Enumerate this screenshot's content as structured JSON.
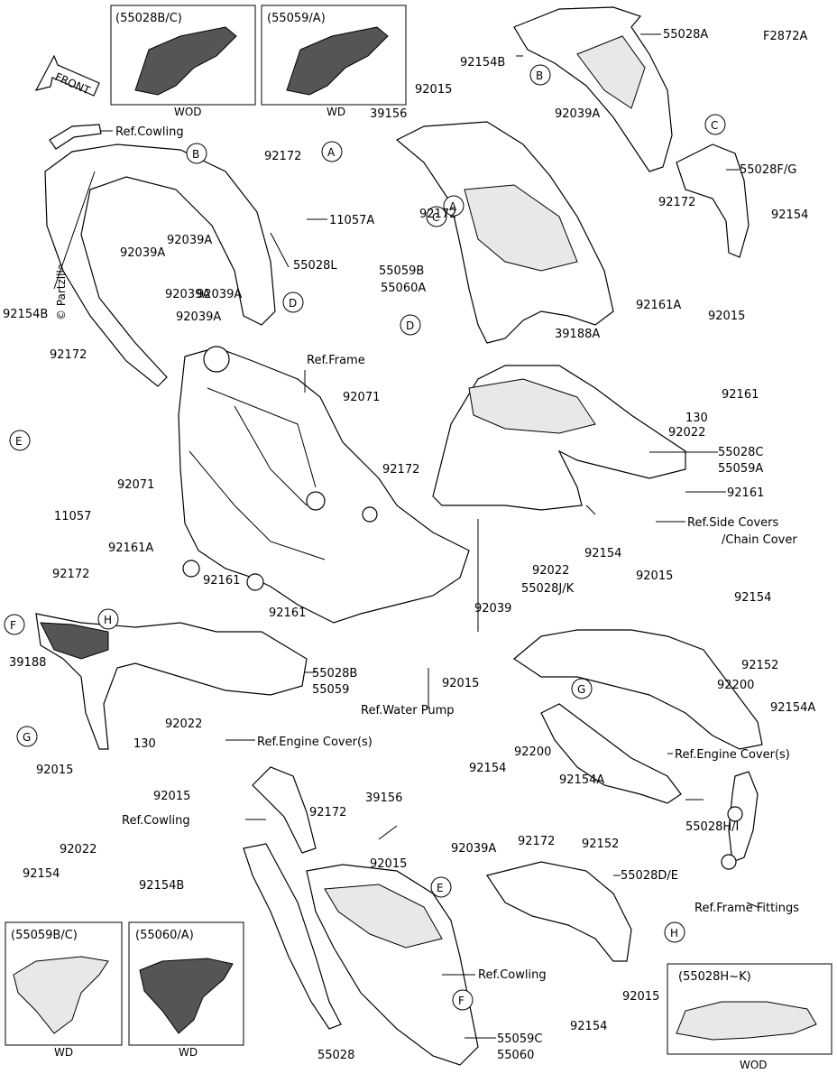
{
  "figure_code": "F2872A",
  "front_arrow": "FRONT",
  "watermark": "© Partzilla.com",
  "insets": [
    {
      "code": "(55028B/C)",
      "caption": "WOD"
    },
    {
      "code": "(55059/A)",
      "caption": "WD"
    },
    {
      "code": "(55059B/C)",
      "caption": "WD"
    },
    {
      "code": "(55060/A)",
      "caption": "WD"
    },
    {
      "code": "(55028H~K)",
      "caption": "WOD"
    }
  ],
  "refs": {
    "ref_cowling_top": "Ref.Cowling",
    "ref_frame": "Ref.Frame",
    "ref_side_covers": "Ref.Side Covers",
    "ref_chain_cover": "/Chain Cover",
    "ref_engine_cover_left": "Ref.Engine Cover(s)",
    "ref_engine_cover_right": "Ref.Engine Cover(s)",
    "ref_water_pump": "Ref.Water Pump",
    "ref_cowling_mid": "Ref.Cowling",
    "ref_cowling_bottom": "Ref.Cowling",
    "ref_frame_fittings": "Ref.Frame Fittings"
  },
  "callouts": {
    "A1": "A",
    "A2": "A",
    "B1": "B",
    "B2": "B",
    "C1": "C",
    "C2": "C",
    "D1": "D",
    "D2": "D",
    "E1": "E",
    "E2": "E",
    "F1": "F",
    "F2": "F",
    "G1": "G",
    "G2": "G",
    "H1": "H",
    "H2": "H"
  },
  "labels": {
    "p55028A": "55028A",
    "p92154B_top": "92154B",
    "p92015_top": "92015",
    "p39156_top": "39156",
    "p92039A_top": "92039A",
    "p92172_top": "92172",
    "p55028FG": "55028F/G",
    "p92172_c": "92172",
    "p92154_r": "92154",
    "p92015_r": "92015",
    "p92172_l1": "92172",
    "p11057A": "11057A",
    "p92039A_l1": "92039A",
    "p92039A_l2": "92039A",
    "p55028L": "55028L",
    "p92039A_l3": "92039A",
    "p92039A_l4": "92039A",
    "p92154B_l": "92154B",
    "p55059B": "55059B",
    "p55060A": "55060A",
    "p92172_mid": "92172",
    "p92161A_r": "92161A",
    "p39188A": "39188A",
    "p92161_r": "92161",
    "p130_r": "130",
    "p92022_r": "92022",
    "p92071_c": "92071",
    "p92172_e": "92172",
    "p11057": "11057",
    "p55028C": "55028C",
    "p55059A": "55059A",
    "p92161_r2": "92161",
    "p92071_l": "92071",
    "p92161A_l": "92161A",
    "p92154_m": "92154",
    "p92022_m": "92022",
    "p92015_m": "92015",
    "p92172_f": "92172",
    "p92161_l": "92161",
    "p92161_m": "92161",
    "p39188": "39188",
    "p55028B": "55028B",
    "p55059": "55059",
    "p92039_m": "92039",
    "p55028JK": "55028J/K",
    "p92154_r3": "92154",
    "p92200_r": "92200",
    "p92152_r": "92152",
    "p92154A_r": "92154A",
    "p92022_l": "92022",
    "p130_l": "130",
    "p92015_wp": "92015",
    "p92200_m": "92200",
    "p92154_m2": "92154",
    "p92015_l": "92015",
    "p92015_l2": "92015",
    "p92154A_m": "92154A",
    "p92152_m": "92152",
    "p55028HI": "55028H/I",
    "p92022_bl": "92022",
    "p92154_bl": "92154",
    "p39156_b": "39156",
    "p92172_b": "92172",
    "p92015_b": "92015",
    "p92154B_b": "92154B",
    "p92039A_b": "92039A",
    "p92172_b2": "92172",
    "p55028DE": "55028D/E",
    "p92015_b2": "92015",
    "p92154_b2": "92154",
    "p55028": "55028",
    "p55059C": "55059C",
    "p55060": "55060"
  }
}
